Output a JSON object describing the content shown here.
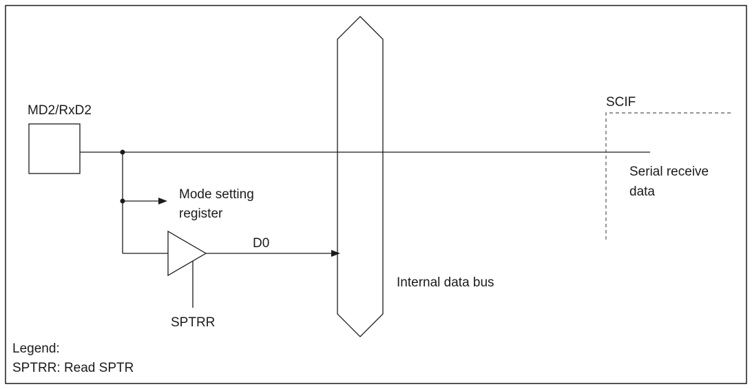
{
  "labels": {
    "pin": "MD2/RxD2",
    "scif": "SCIF",
    "serial_line1": "Serial receive",
    "serial_line2": "data",
    "mode_line1": "Mode setting",
    "mode_line2": "register",
    "d0": "D0",
    "bus": "Internal data bus",
    "sptrr": "SPTRR",
    "legend_title": "Legend:",
    "legend_entry": "SPTRR:  Read SPTR"
  }
}
